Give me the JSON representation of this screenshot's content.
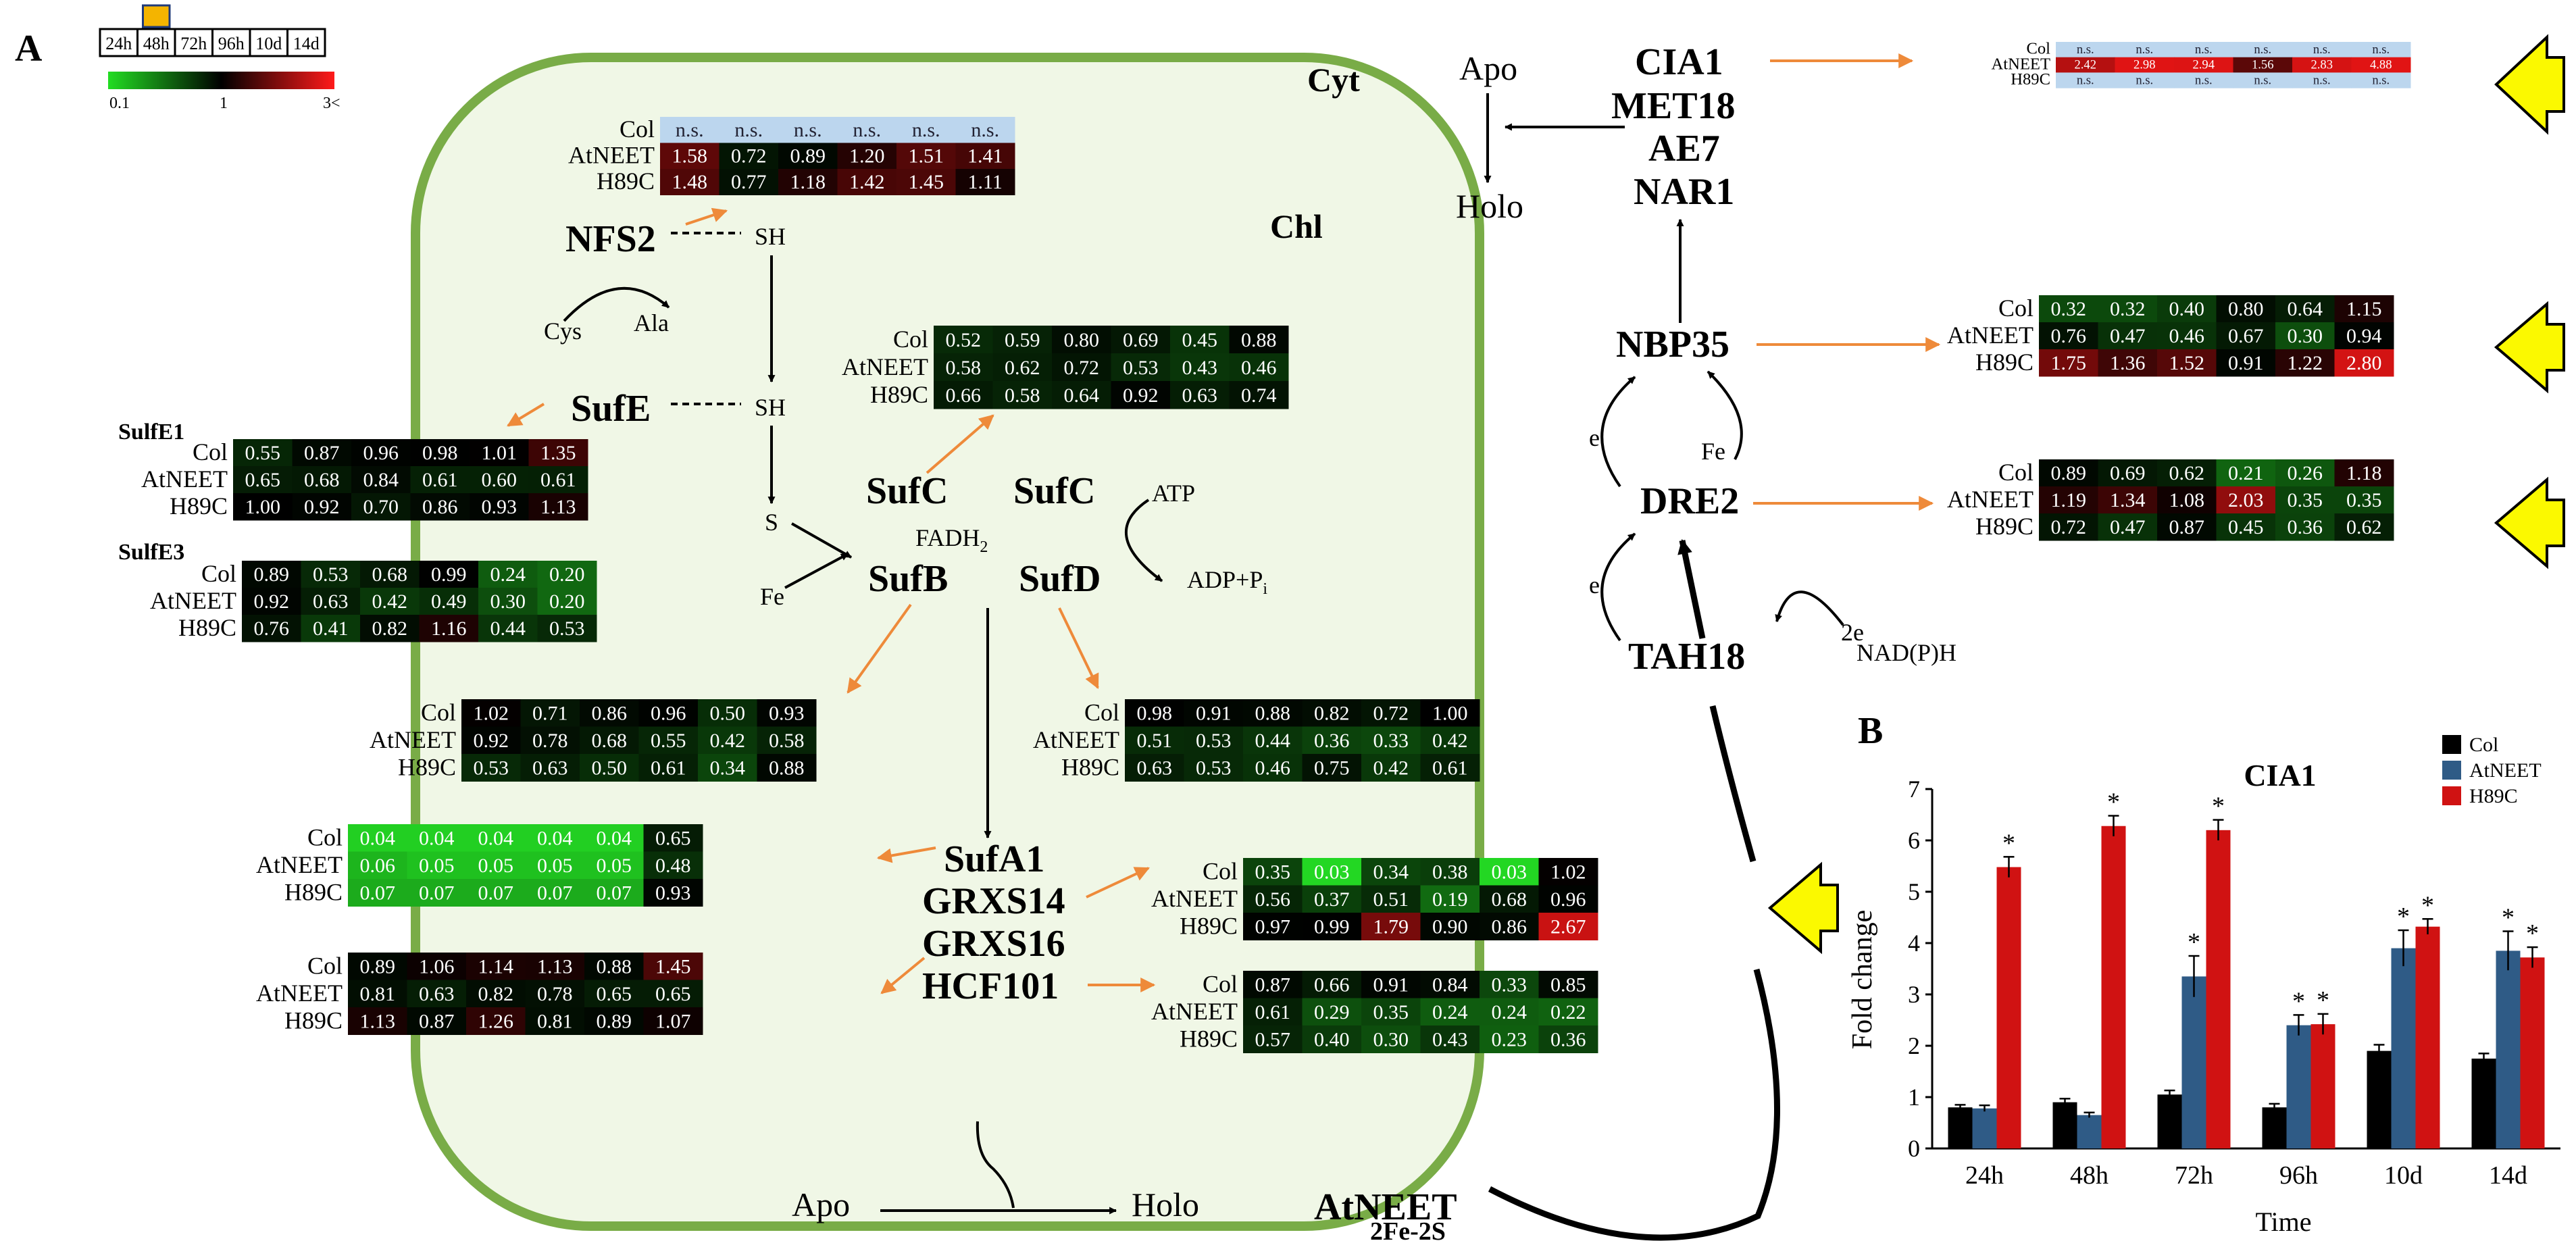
{
  "panel_labels": {
    "a": "A",
    "b": "B"
  },
  "timeline": {
    "labels": [
      "24h",
      "48h",
      "72h",
      "96h",
      "10d",
      "14d"
    ],
    "highlight_index": 1
  },
  "color_scale": {
    "min_label": "0.1",
    "mid_label": "1",
    "max_label": "3<",
    "colors": {
      "low": "#22dd22",
      "mid": "#000000",
      "high": "#ff1a1a",
      "ns": "#bcd6ee"
    }
  },
  "compartments": {
    "cyt": "Cyt",
    "chl": "Chl"
  },
  "row_labels": [
    "Col",
    "AtNEET",
    "H89C"
  ],
  "ns_text": "n.s.",
  "proteins": {
    "nfs2": "NFS2",
    "sufe": "SufE",
    "sufc1": "SufC",
    "sufc2": "SufC",
    "sufb": "SufB",
    "sufd": "SufD",
    "sufa1": "SufA1",
    "grxs14": "GRXS14",
    "grxs16": "GRXS16",
    "hcf101": "HCF101",
    "atneet": "AtNEET",
    "cia1": "CIA1",
    "met18": "MET18",
    "ae7": "AE7",
    "nar1": "NAR1",
    "nbp35": "NBP35",
    "dre2": "DRE2",
    "tah18": "TAH18"
  },
  "side_labels": {
    "sufe1": "SulfE1",
    "sufe3": "SulfE3"
  },
  "small_labels": {
    "sh1": "SH",
    "sh2": "SH",
    "cys": "Cys",
    "ala": "Ala",
    "s": "S",
    "fe1": "Fe",
    "fadh": "FADH",
    "fadh_sub": "2",
    "atp": "ATP",
    "adp": "ADP+P",
    "adp_sub": "i",
    "apo_chl": "Apo",
    "holo_chl": "Holo",
    "apo_cyt": "Apo",
    "holo_cyt": "Holo",
    "e1": "e",
    "e2": "e",
    "fe2": "Fe",
    "two_e": "2e",
    "nadph": "NAD(P)H",
    "fe2s": "2Fe-2S"
  },
  "heatmaps": [
    {
      "id": "cia1",
      "rows": [
        [
          "n.s.",
          "n.s.",
          "n.s.",
          "n.s.",
          "n.s.",
          "n.s."
        ],
        [
          2.42,
          2.98,
          2.94,
          1.56,
          2.83,
          4.88
        ],
        [
          "n.s.",
          "n.s.",
          "n.s.",
          "n.s.",
          "n.s.",
          "n.s."
        ]
      ]
    },
    {
      "id": "nbp35",
      "rows": [
        [
          0.32,
          0.32,
          0.4,
          0.8,
          0.64,
          1.15
        ],
        [
          0.76,
          0.47,
          0.46,
          0.67,
          0.3,
          0.94
        ],
        [
          1.75,
          1.36,
          1.52,
          0.91,
          1.22,
          2.8
        ]
      ]
    },
    {
      "id": "dre2",
      "rows": [
        [
          0.89,
          0.69,
          0.62,
          0.21,
          0.26,
          1.18
        ],
        [
          1.19,
          1.34,
          1.08,
          2.03,
          0.35,
          0.35
        ],
        [
          0.72,
          0.47,
          0.87,
          0.45,
          0.36,
          0.62
        ]
      ]
    },
    {
      "id": "nfs2",
      "rows": [
        [
          "n.s.",
          "n.s.",
          "n.s.",
          "n.s.",
          "n.s.",
          "n.s."
        ],
        [
          1.58,
          0.72,
          0.89,
          1.2,
          1.51,
          1.41
        ],
        [
          1.48,
          0.77,
          1.18,
          1.42,
          1.45,
          1.11
        ]
      ]
    },
    {
      "id": "sufc",
      "rows": [
        [
          0.52,
          0.59,
          0.8,
          0.69,
          0.45,
          0.88
        ],
        [
          0.58,
          0.62,
          0.72,
          0.53,
          0.43,
          0.46
        ],
        [
          0.66,
          0.58,
          0.64,
          0.92,
          0.63,
          0.74
        ]
      ]
    },
    {
      "id": "sufe1",
      "rows": [
        [
          0.55,
          0.87,
          0.96,
          0.98,
          1.01,
          1.35
        ],
        [
          0.65,
          0.68,
          0.84,
          0.61,
          0.6,
          0.61
        ],
        [
          1.0,
          0.92,
          0.7,
          0.86,
          0.93,
          1.13
        ]
      ]
    },
    {
      "id": "sufe3",
      "rows": [
        [
          0.89,
          0.53,
          0.68,
          0.99,
          0.24,
          0.2
        ],
        [
          0.92,
          0.63,
          0.42,
          0.49,
          0.3,
          0.2
        ],
        [
          0.76,
          0.41,
          0.82,
          1.16,
          0.44,
          0.53
        ]
      ]
    },
    {
      "id": "sufb",
      "rows": [
        [
          1.02,
          0.71,
          0.86,
          0.96,
          0.5,
          0.93
        ],
        [
          0.92,
          0.78,
          0.68,
          0.55,
          0.42,
          0.58
        ],
        [
          0.53,
          0.63,
          0.5,
          0.61,
          0.34,
          0.88
        ]
      ]
    },
    {
      "id": "sufd",
      "rows": [
        [
          0.98,
          0.91,
          0.88,
          0.82,
          0.72,
          1.0
        ],
        [
          0.51,
          0.53,
          0.44,
          0.36,
          0.33,
          0.42
        ],
        [
          0.63,
          0.53,
          0.46,
          0.75,
          0.42,
          0.61
        ]
      ]
    },
    {
      "id": "sufa1",
      "rows": [
        [
          0.04,
          0.04,
          0.04,
          0.04,
          0.04,
          0.65
        ],
        [
          0.06,
          0.05,
          0.05,
          0.05,
          0.05,
          0.48
        ],
        [
          0.07,
          0.07,
          0.07,
          0.07,
          0.07,
          0.93
        ]
      ]
    },
    {
      "id": "grxs14",
      "rows": [
        [
          0.35,
          0.03,
          0.34,
          0.38,
          0.03,
          1.02
        ],
        [
          0.56,
          0.37,
          0.51,
          0.19,
          0.68,
          0.96
        ],
        [
          0.97,
          0.99,
          1.79,
          0.9,
          0.86,
          2.67
        ]
      ]
    },
    {
      "id": "grxs16",
      "rows": [
        [
          0.89,
          1.06,
          1.14,
          1.13,
          0.88,
          1.45
        ],
        [
          0.81,
          0.63,
          0.82,
          0.78,
          0.65,
          0.65
        ],
        [
          1.13,
          0.87,
          1.26,
          0.81,
          0.89,
          1.07
        ]
      ]
    },
    {
      "id": "hcf101",
      "rows": [
        [
          0.87,
          0.66,
          0.91,
          0.84,
          0.33,
          0.85
        ],
        [
          0.61,
          0.29,
          0.35,
          0.24,
          0.24,
          0.22
        ],
        [
          0.57,
          0.4,
          0.3,
          0.43,
          0.23,
          0.36
        ]
      ]
    }
  ],
  "chart_data": {
    "type": "bar",
    "title": "CIA1",
    "xlabel": "Time",
    "ylabel": "Fold change",
    "categories": [
      "24h",
      "48h",
      "72h",
      "96h",
      "10d",
      "14d"
    ],
    "ylim": [
      0,
      7
    ],
    "yticks": [
      0,
      1,
      2,
      3,
      4,
      5,
      6,
      7
    ],
    "series": [
      {
        "name": "Col",
        "color": "#000000",
        "values": [
          0.8,
          0.9,
          1.05,
          0.8,
          1.9,
          1.75
        ],
        "errors": [
          0.05,
          0.07,
          0.08,
          0.07,
          0.12,
          0.1
        ],
        "significant": [
          false,
          false,
          false,
          false,
          false,
          false
        ]
      },
      {
        "name": "AtNEET",
        "color": "#2f5b86",
        "values": [
          0.78,
          0.65,
          3.35,
          2.4,
          3.9,
          3.85
        ],
        "errors": [
          0.06,
          0.05,
          0.4,
          0.2,
          0.35,
          0.38
        ],
        "significant": [
          false,
          false,
          true,
          true,
          true,
          true
        ]
      },
      {
        "name": "H89C",
        "color": "#d01212",
        "values": [
          5.48,
          6.28,
          6.2,
          2.42,
          4.32,
          3.72
        ],
        "errors": [
          0.2,
          0.2,
          0.2,
          0.2,
          0.15,
          0.2
        ],
        "significant": [
          true,
          true,
          true,
          true,
          true,
          true
        ]
      }
    ],
    "significance_marker": "*",
    "legend_position": "top-right"
  }
}
